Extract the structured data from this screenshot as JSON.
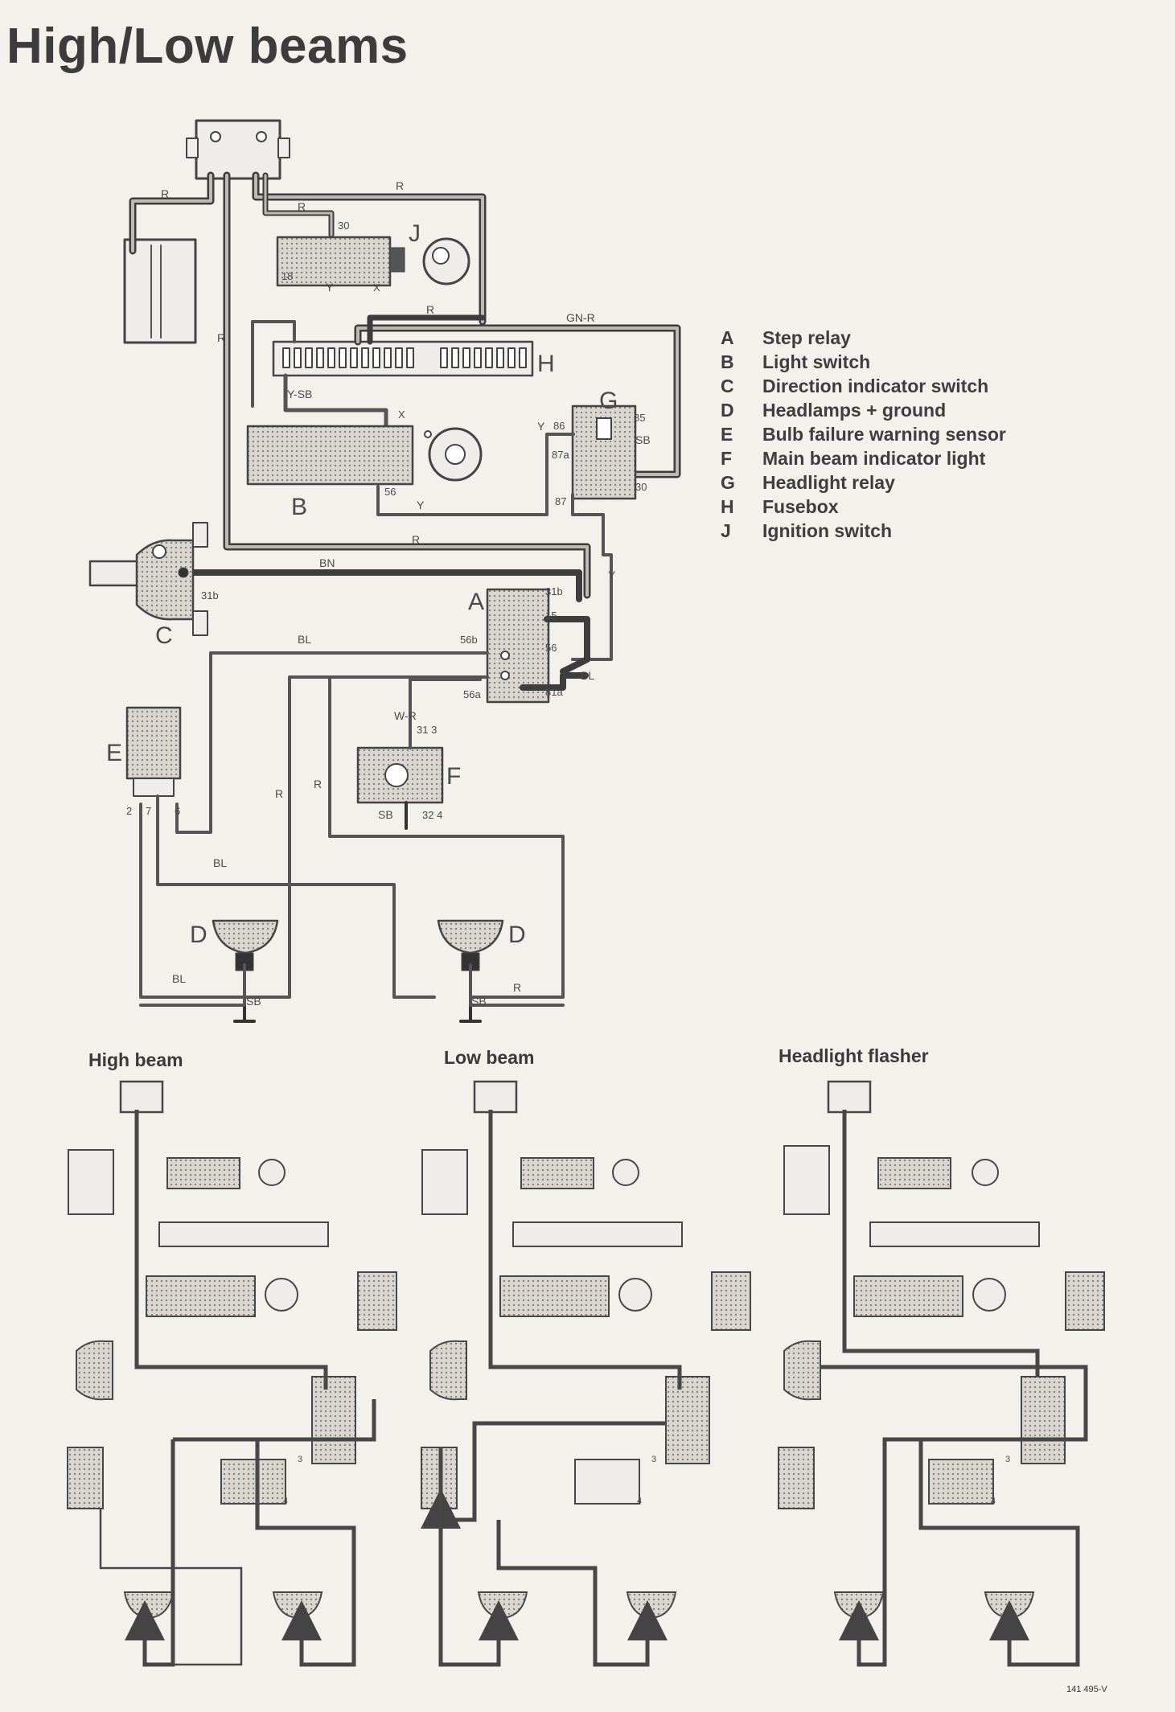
{
  "title": "High/Low beams",
  "legend": [
    {
      "key": "A",
      "label": "Step relay"
    },
    {
      "key": "B",
      "label": "Light switch"
    },
    {
      "key": "C",
      "label": "Direction indicator switch"
    },
    {
      "key": "D",
      "label": "Headlamps + ground"
    },
    {
      "key": "E",
      "label": "Bulb failure warning sensor"
    },
    {
      "key": "F",
      "label": "Main beam indicator light"
    },
    {
      "key": "G",
      "label": "Headlight relay"
    },
    {
      "key": "H",
      "label": "Fusebox"
    },
    {
      "key": "J",
      "label": "Ignition switch"
    }
  ],
  "component_letters": {
    "A": "A",
    "B": "B",
    "C": "C",
    "D": "D",
    "E": "E",
    "F": "F",
    "G": "G",
    "H": "H",
    "J": "J"
  },
  "wire_labels": {
    "r": "R",
    "y": "Y",
    "gn_r": "GN-R",
    "y_sb": "Y-SB",
    "bn": "BN",
    "bl": "BL",
    "w_r": "W-R",
    "sb": "SB"
  },
  "terminals": {
    "t30": "30",
    "t85": "85",
    "t86": "86",
    "t87": "87",
    "t87a": "87a",
    "t56": "56",
    "t56a": "56a",
    "t56b": "56b",
    "t15": "15",
    "t31b": "31b",
    "t81a": "81a",
    "t31_3": "31 3",
    "t32_4": "32 4",
    "x": "X",
    "t2": "2",
    "t7": "7",
    "t6": "6",
    "t3": "3",
    "t4": "4",
    "t18": "18"
  },
  "panels": [
    {
      "title": "High beam"
    },
    {
      "title": "Low beam"
    },
    {
      "title": "Headlight flasher"
    }
  ],
  "figure_code": "141 495-V",
  "colors": {
    "wire": "#444444",
    "wire_highlight": "#3a3a3a",
    "shading": "#c9c6c0",
    "background": "#f3f1ec"
  }
}
